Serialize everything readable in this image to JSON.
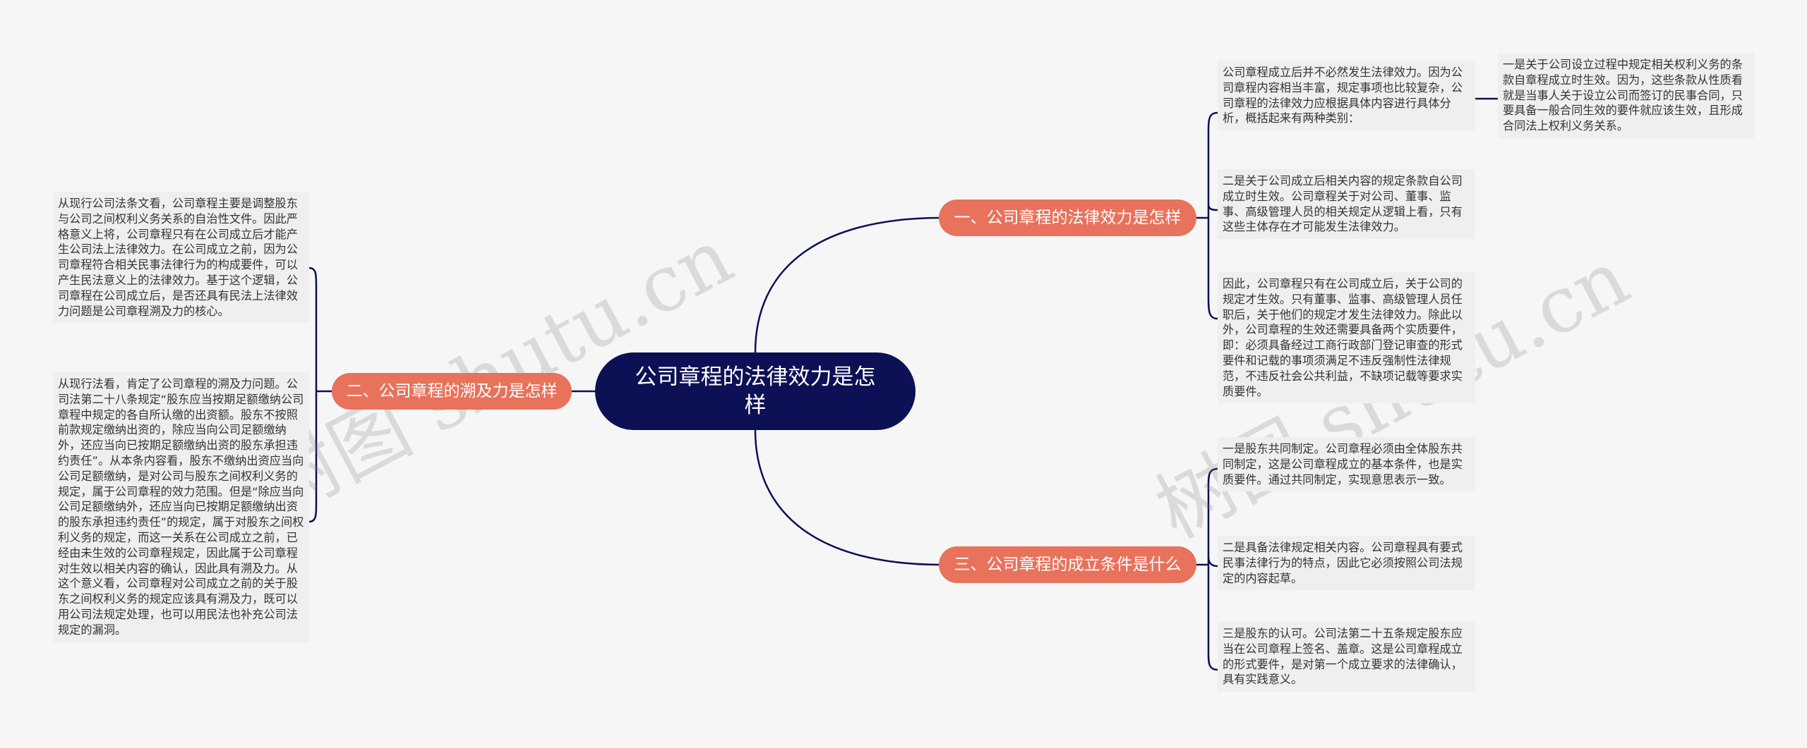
{
  "root": {
    "title": "公司章程的法律效力是怎样"
  },
  "branches": {
    "b1": {
      "label": "一、公司章程的法律效力是怎样"
    },
    "b2": {
      "label": "二、公司章程的溯及力是怎样"
    },
    "b3": {
      "label": "三、公司章程的成立条件是什么"
    }
  },
  "leaves": {
    "b1_1": "公司章程成立后并不必然发生法律效力。因为公司章程内容相当丰富，规定事项也比较复杂，公司章程的法律效力应根据具体内容进行具体分析，概括起来有两种类别：",
    "b1_1_sub": "一是关于公司设立过程中规定相关权利义务的条款自章程成立时生效。因为，这些条款从性质看就是当事人关于设立公司而签订的民事合同，只要具备一般合同生效的要件就应该生效，且形成合同法上权利义务关系。",
    "b1_2": "二是关于公司成立后相关内容的规定条款自公司成立时生效。公司章程关于对公司、董事、监事、高级管理人员的相关规定从逻辑上看，只有这些主体存在才可能发生法律效力。",
    "b1_3": "因此，公司章程只有在公司成立后，关于公司的规定才生效。只有董事、监事、高级管理人员任职后，关于他们的规定才发生法律效力。除此以外，公司章程的生效还需要具备两个实质要件，即：必须具备经过工商行政部门登记审查的形式要件和记载的事项须满足不违反强制性法律规范，不违反社会公共利益，不缺项记载等要求实质要件。",
    "b2_1": "从现行公司法条文看，公司章程主要是调整股东与公司之间权利义务关系的自治性文件。因此严格意义上将，公司章程只有在公司成立后才能产生公司法上法律效力。在公司成立之前，因为公司章程符合相关民事法律行为的构成要件，可以产生民法意义上的法律效力。基于这个逻辑，公司章程在公司成立后，是否还具有民法上法律效力问题是公司章程溯及力的核心。",
    "b2_2": "从现行法看，肯定了公司章程的溯及力问题。公司法第二十八条规定“股东应当按期足额缴纳公司章程中规定的各自所认缴的出资额。股东不按照前款规定缴纳出资的，除应当向公司足额缴纳外，还应当向已按期足额缴纳出资的股东承担违约责任”。从本条内容看，股东不缴纳出资应当向公司足额缴纳，是对公司与股东之间权利义务的规定，属于公司章程的效力范围。但是“除应当向公司足额缴纳外，还应当向已按期足额缴纳出资的股东承担违约责任”的规定，属于对股东之间权利义务的规定，而这一关系在公司成立之前，已经由未生效的公司章程规定，因此属于公司章程对生效以相关内容的确认，因此具有溯及力。从这个意义看，公司章程对公司成立之前的关于股东之间权利义务的规定应该具有溯及力，既可以用公司法规定处理，也可以用民法也补充公司法规定的漏洞。",
    "b3_1": "一是股东共同制定。公司章程必须由全体股东共同制定，这是公司章程成立的基本条件，也是实质要件。通过共同制定，实现意思表示一致。",
    "b3_2": "二是具备法律规定相关内容。公司章程具有要式民事法律行为的特点，因此它必须按照公司法规定的内容起草。",
    "b3_3": "三是股东的认可。公司法第二十五条规定股东应当在公司章程上签名、盖章。这是公司章程成立的形式要件，是对第一个成立要求的法律确认，具有实践意义。"
  },
  "watermarks": [
    "树图 shutu.cn",
    "树图 shutu.cn"
  ],
  "colors": {
    "root": "#0c1054",
    "branch": "#e8725c",
    "leaf_bg": "#efefef",
    "line": "#0c1054",
    "background": "#f6f6f6"
  }
}
